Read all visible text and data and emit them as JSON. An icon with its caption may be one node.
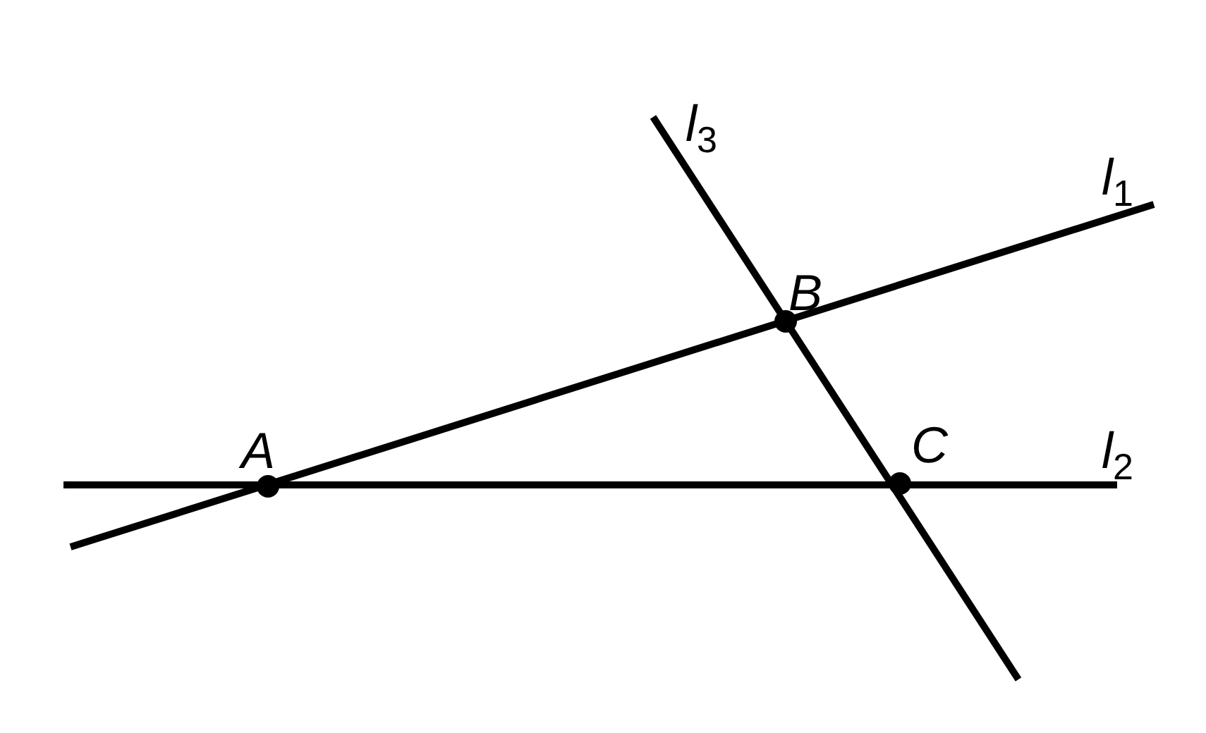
{
  "diagram": {
    "labels": [
      "l$_{3}$",
      "l$_{1}$",
      "B",
      "A",
      "C",
      "l$_{2}$"
    ]
  }
}
